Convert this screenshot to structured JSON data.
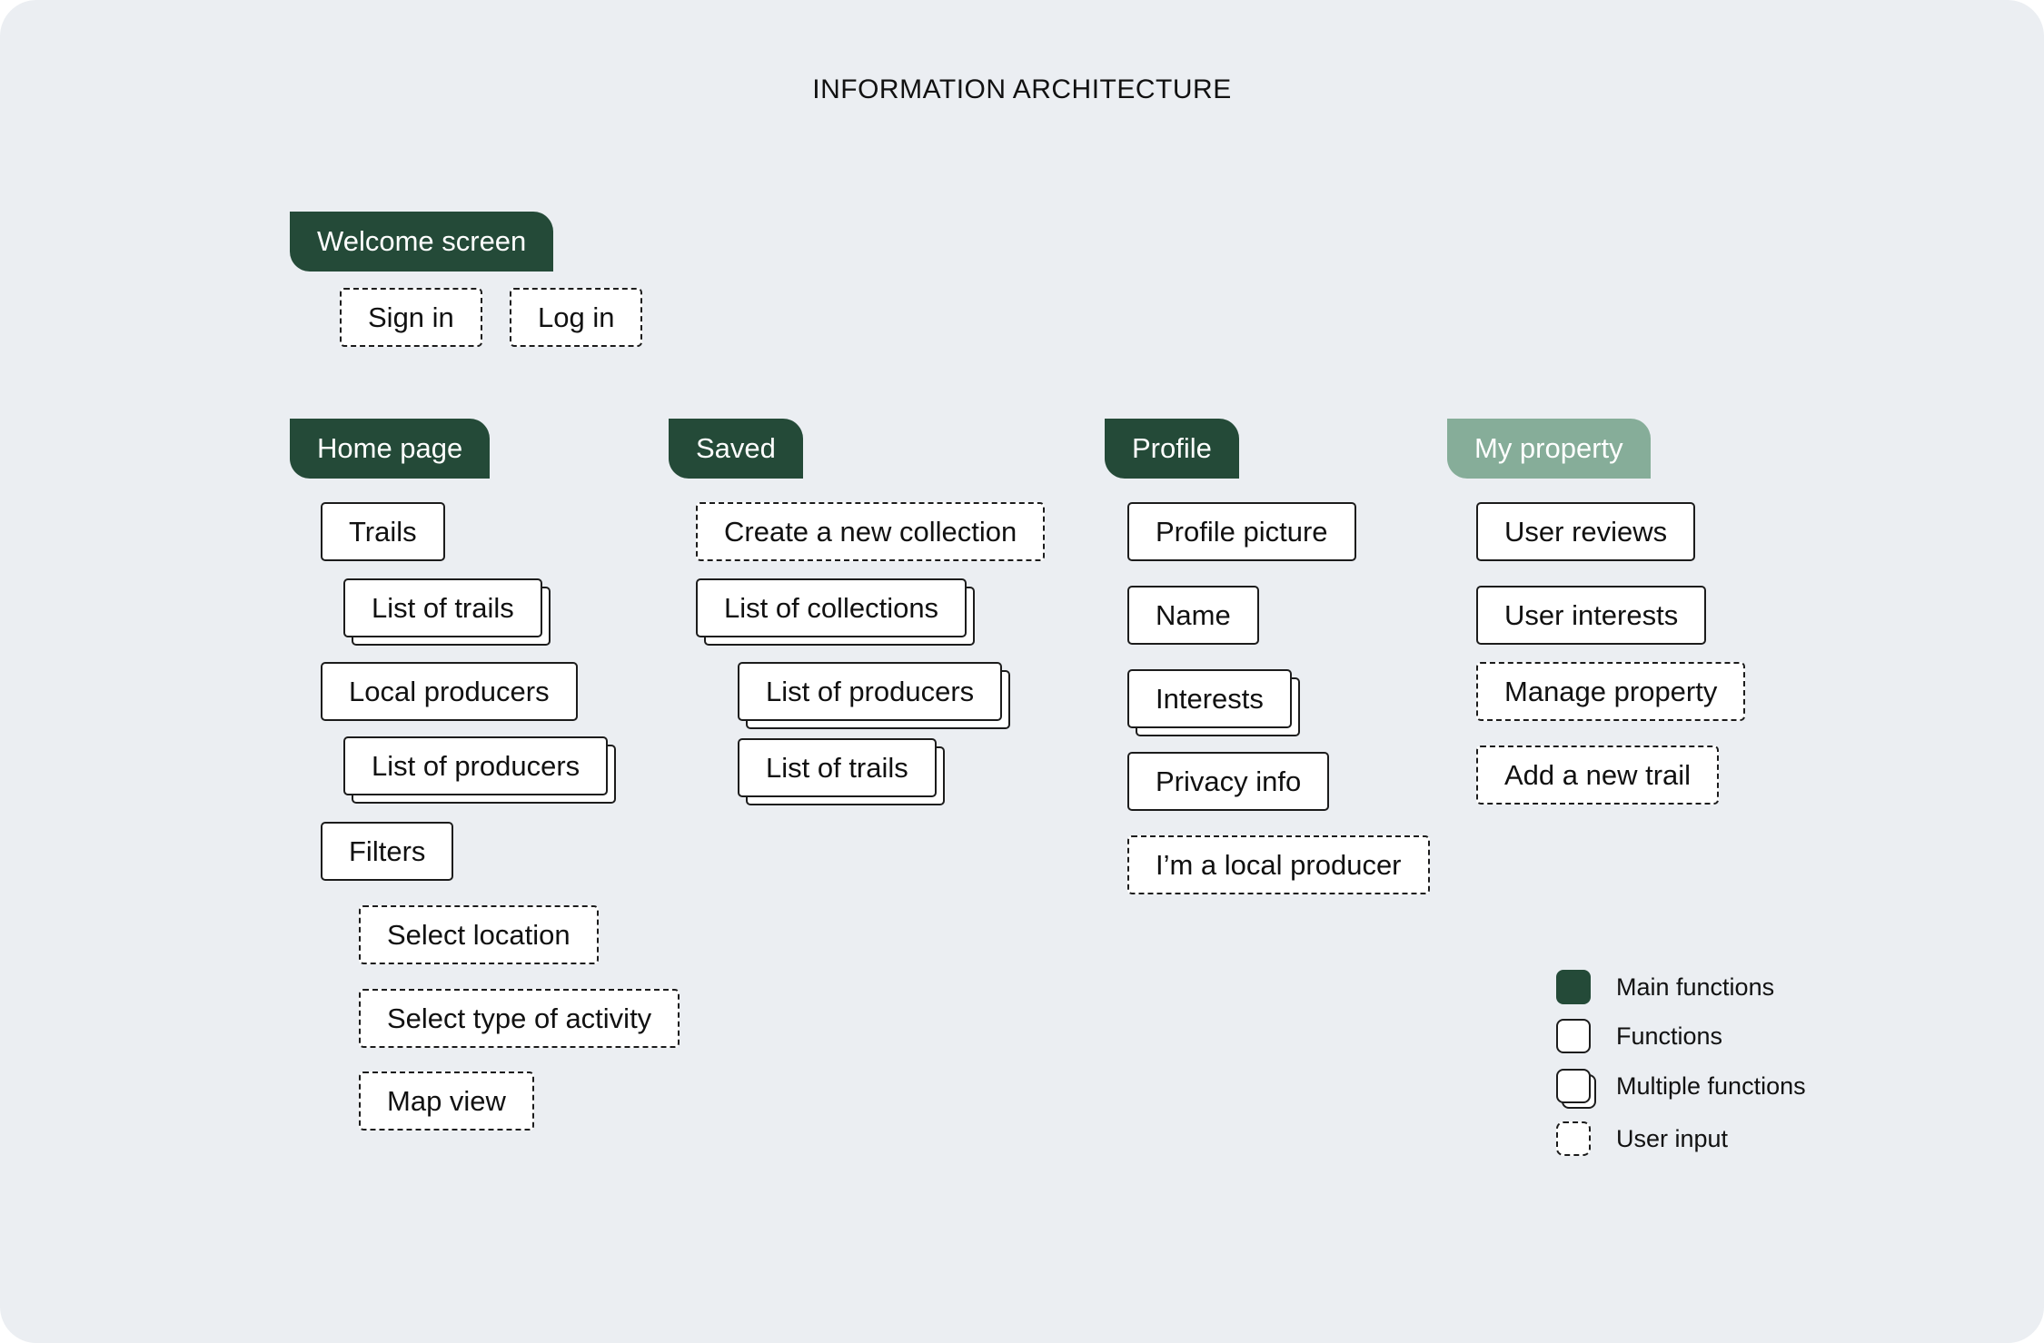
{
  "title": "INFORMATION ARCHITECTURE",
  "welcome": {
    "heading": "Welcome screen",
    "items": [
      "Sign in",
      "Log in"
    ]
  },
  "home": {
    "heading": "Home page",
    "items": [
      "Trails",
      "List of trails",
      "Local producers",
      "List of producers",
      "Filters",
      "Select location",
      "Select type of activity",
      "Map view"
    ]
  },
  "saved": {
    "heading": "Saved",
    "items": [
      "Create a new collection",
      "List of collections",
      "List of producers",
      "List of trails"
    ]
  },
  "profile": {
    "heading": "Profile",
    "items": [
      "Profile picture",
      "Name",
      "Interests",
      "Privacy info",
      "I’m a local producer"
    ]
  },
  "property": {
    "heading": "My property",
    "items": [
      "User reviews",
      "User interests",
      "Manage property",
      "Add a new trail"
    ]
  },
  "legend": {
    "main": "Main functions",
    "functions": "Functions",
    "multiple": "Multiple functions",
    "input": "User input"
  },
  "colors": {
    "main_function": "#244a38",
    "inactive_main_function": "#86ad99",
    "background": "#ebeef2"
  }
}
